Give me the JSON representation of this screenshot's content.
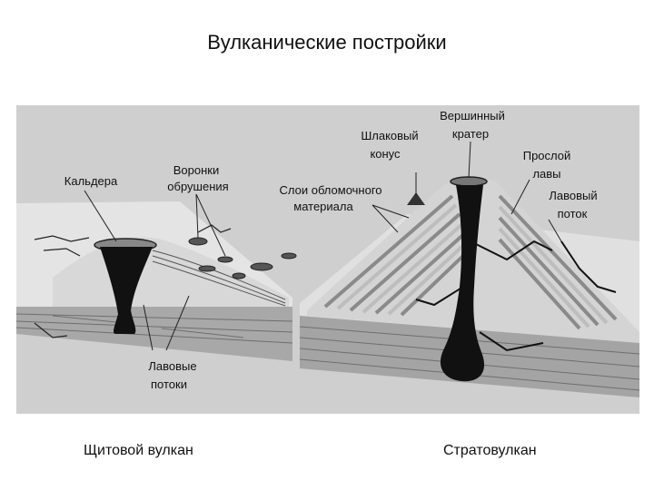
{
  "slide": {
    "title": "Вулканические постройки"
  },
  "figure": {
    "labels": {
      "caldera": "Кальдера",
      "collapse_funnels_1": "Воронки",
      "collapse_funnels_2": "обрушения",
      "debris_layers_1": "Слои обломочного",
      "debris_layers_2": "материала",
      "cinder_cone_1": "Шлаковый",
      "cinder_cone_2": "конус",
      "summit_crater_1": "Вершинный",
      "summit_crater_2": "кратер",
      "lava_interlayer_1": "Прослой",
      "lava_interlayer_2": "лавы",
      "lava_flow_1": "Лавовый",
      "lava_flow_2": "поток",
      "lava_flows_1": "Лавовые",
      "lava_flows_2": "потоки"
    },
    "colors": {
      "background": "#cfcfcf",
      "ground": "#e2e2e2",
      "block_side": "#9a9a9a",
      "magma": "#111111"
    }
  },
  "captions": {
    "shield": "Щитовой вулкан",
    "strato": "Стратовулкан"
  }
}
